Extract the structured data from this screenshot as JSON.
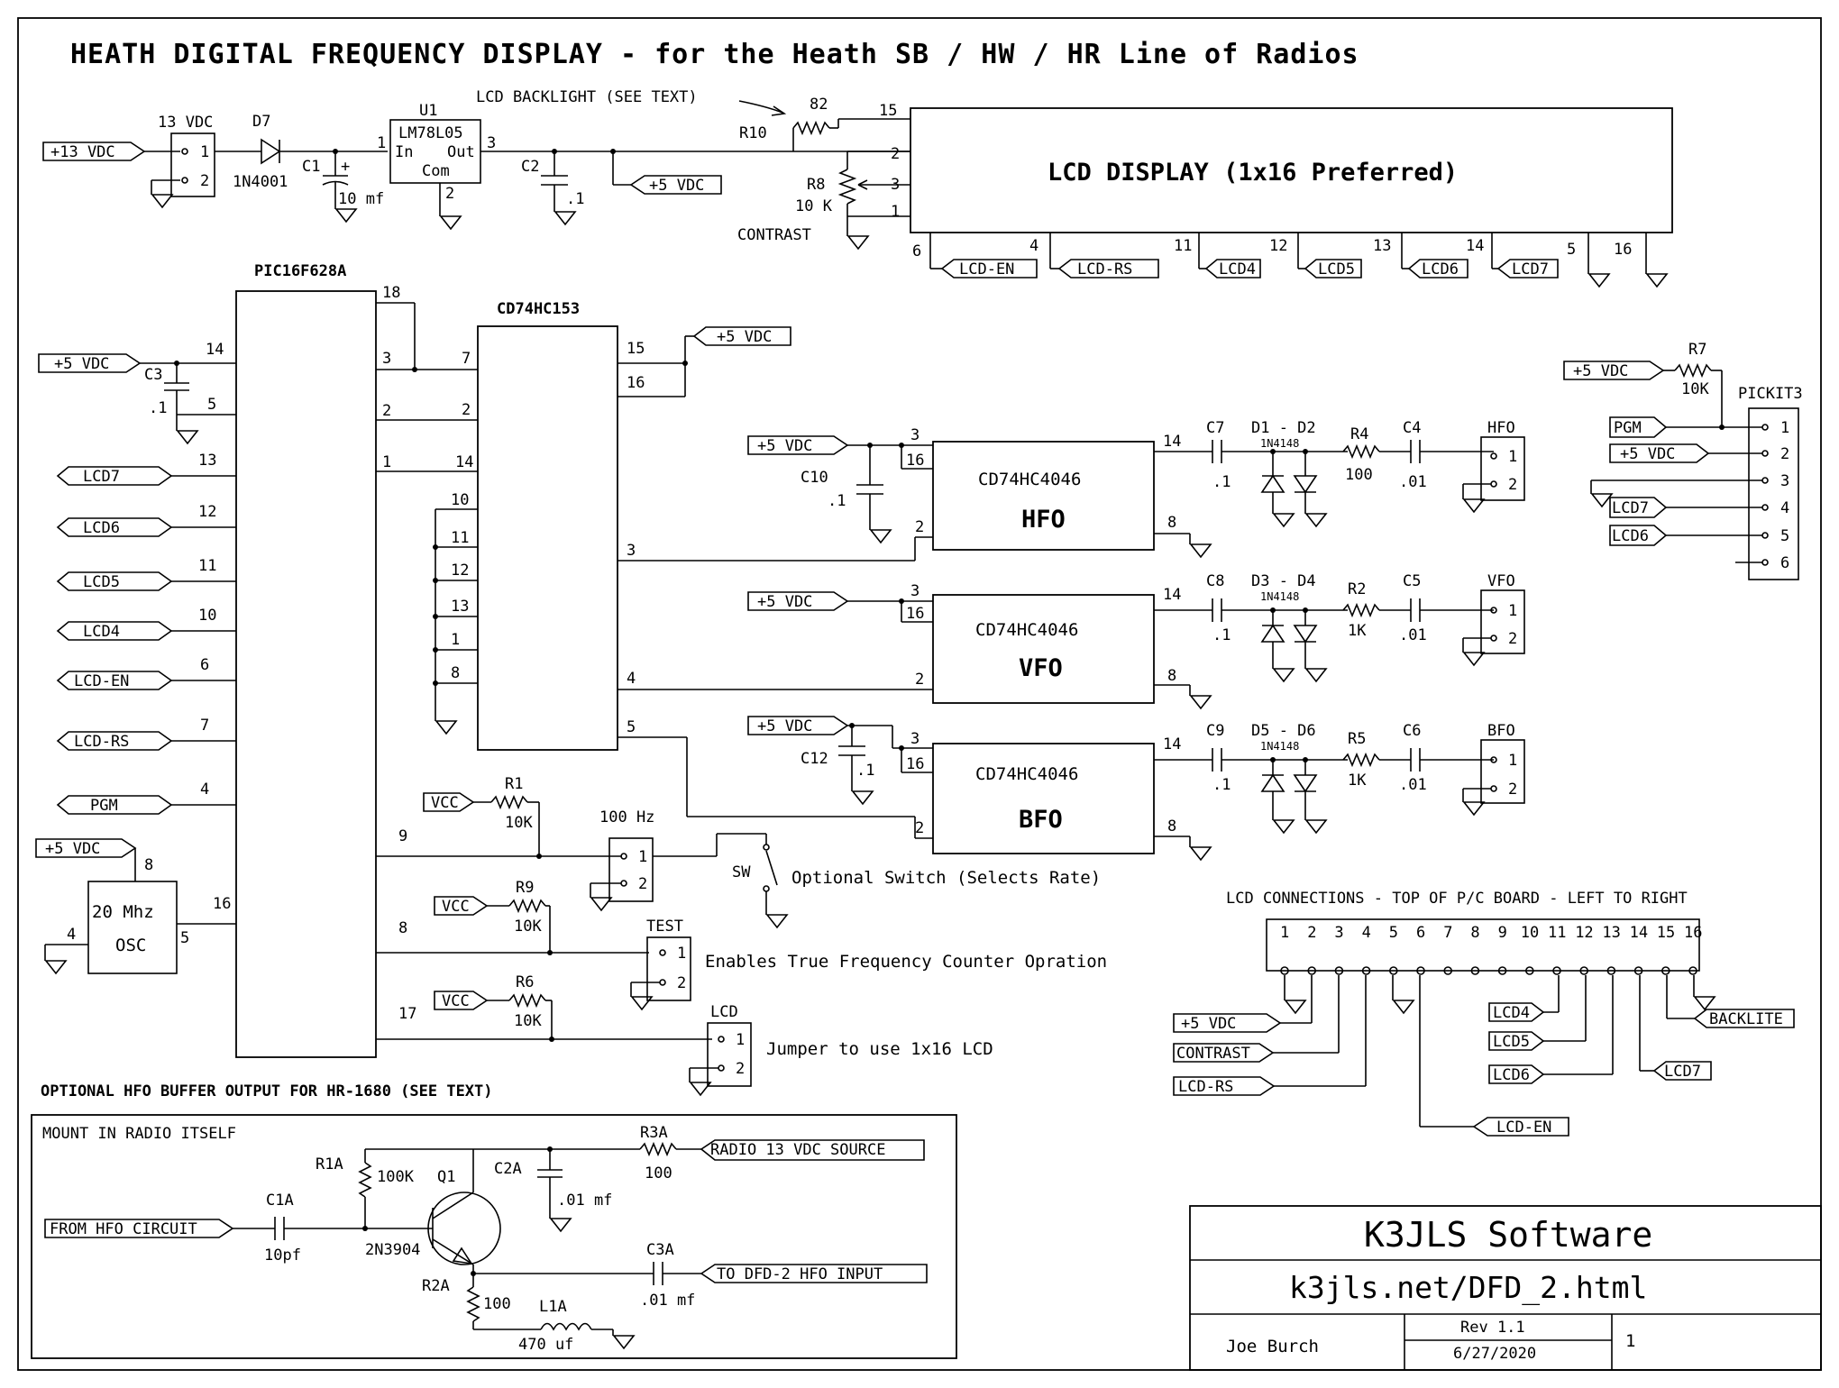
{
  "title": "HEATH DIGITAL FREQUENCY DISPLAY - for the Heath SB / HW / HR Line of Radios",
  "power": {
    "in_label": "+13 VDC",
    "conn_label": "13 VDC",
    "d7": "D7",
    "d7_part": "1N4001",
    "c1": "C1",
    "c1_val": "10 mf",
    "u1": "U1",
    "u1_part": "LM78L05",
    "u1_in": "In",
    "u1_out": "Out",
    "u1_com": "Com",
    "c2": "C2",
    "c2_val": ".1",
    "out5v": "+5 VDC",
    "backlight_note": "LCD BACKLIGHT (SEE TEXT)",
    "r10": "R10",
    "r10_val": "82",
    "r8": "R8",
    "r8_val": "10 K",
    "contrast": "CONTRAST"
  },
  "lcd_display": {
    "label": "LCD DISPLAY (1x16 Preferred)",
    "tags": [
      "LCD-EN",
      "LCD-RS",
      "LCD4",
      "LCD5",
      "LCD6",
      "LCD7"
    ]
  },
  "pic": {
    "name": "PIC16F628A",
    "left_tags": [
      "LCD7",
      "LCD6",
      "LCD5",
      "LCD4",
      "LCD-EN",
      "LCD-RS",
      "PGM"
    ],
    "vdd": "+5 VDC",
    "c3": "C3",
    "c3_val": ".1",
    "osc_vdd": "+5 VDC",
    "osc": "20 Mhz",
    "osc_sub": "OSC"
  },
  "mux": {
    "name": "CD74HC153",
    "vdd": "+5 VDC"
  },
  "pll": {
    "part": "CD74HC4046",
    "channels": [
      {
        "name": "HFO",
        "vdd": "+5 VDC",
        "cap": "C10",
        "cap_val": ".1",
        "c_in": "C7",
        "c_in_val": ".1",
        "diodes": "D1 - D2",
        "diode_part": "1N4148",
        "r": "R4",
        "r_val": "100",
        "c_out": "C4",
        "c_out_val": ".01",
        "conn": "HFO"
      },
      {
        "name": "VFO",
        "vdd": "+5 VDC",
        "cap": "",
        "cap_val": "",
        "c_in": "C8",
        "c_in_val": ".1",
        "diodes": "D3 - D4",
        "diode_part": "1N4148",
        "r": "R2",
        "r_val": "1K",
        "c_out": "C5",
        "c_out_val": ".01",
        "conn": "VFO"
      },
      {
        "name": "BFO",
        "vdd": "+5 VDC",
        "cap": "C12",
        "cap_val": ".1",
        "c_in": "C9",
        "c_in_val": ".1",
        "diodes": "D5 - D6",
        "diode_part": "1N4148",
        "r": "R5",
        "r_val": "1K",
        "c_out": "C6",
        "c_out_val": ".01",
        "conn": "BFO"
      }
    ]
  },
  "pickit": {
    "name": "PICKIT3",
    "r7": "R7",
    "r7_val": "10K",
    "vdd": "+5 VDC",
    "pins": [
      "PGM",
      "+5 VDC",
      "",
      "LCD7",
      "LCD6",
      ""
    ]
  },
  "jumpers": {
    "vcc": "VCC",
    "r1": "R1",
    "r1_val": "10K",
    "rate_label": "100 Hz",
    "sw": "SW",
    "sw_note": "Optional Switch (Selects Rate)",
    "r9": "R9",
    "r9_val": "10K",
    "test_label": "TEST",
    "test_note": "Enables True Frequency Counter Opration",
    "r6": "R6",
    "r6_val": "10K",
    "lcd_label": "LCD",
    "lcd_note": "Jumper to use 1x16 LCD"
  },
  "lcd_conn": {
    "title": "LCD CONNECTIONS - TOP OF P/C BOARD - LEFT TO RIGHT",
    "pins": [
      "1",
      "2",
      "3",
      "4",
      "5",
      "6",
      "7",
      "8",
      "9",
      "10",
      "11",
      "12",
      "13",
      "14",
      "15",
      "16"
    ],
    "tags": {
      "vdc": "+5 VDC",
      "contrast": "CONTRAST",
      "rs": "LCD-RS",
      "en": "LCD-EN",
      "lcd4": "LCD4",
      "lcd5": "LCD5",
      "lcd6": "LCD6",
      "lcd7": "LCD7",
      "backlite": "BACKLITE"
    }
  },
  "buffer": {
    "title": "OPTIONAL HFO BUFFER OUTPUT FOR HR-1680 (SEE TEXT)",
    "mount": "MOUNT IN RADIO ITSELF",
    "input": "FROM HFO CIRCUIT",
    "c1a": "C1A",
    "c1a_val": "10pf",
    "r1a": "R1A",
    "r1a_val": "100K",
    "q1": "Q1",
    "q1_part": "2N3904",
    "r3a": "R3A",
    "r3a_val": "100",
    "source": "RADIO 13 VDC SOURCE",
    "c2a": "C2A",
    "c2a_val": ".01 mf",
    "c3a": "C3A",
    "c3a_val": ".01 mf",
    "output": "TO DFD-2 HFO INPUT",
    "r2a": "R2A",
    "r2a_val": "100",
    "l1a": "L1A",
    "l1a_val": "470 uf"
  },
  "title_block": {
    "company": "K3JLS Software",
    "url": "k3jls.net/DFD_2.html",
    "author": "Joe Burch",
    "rev": "Rev 1.1",
    "date": "6/27/2020",
    "sheet": "1"
  }
}
